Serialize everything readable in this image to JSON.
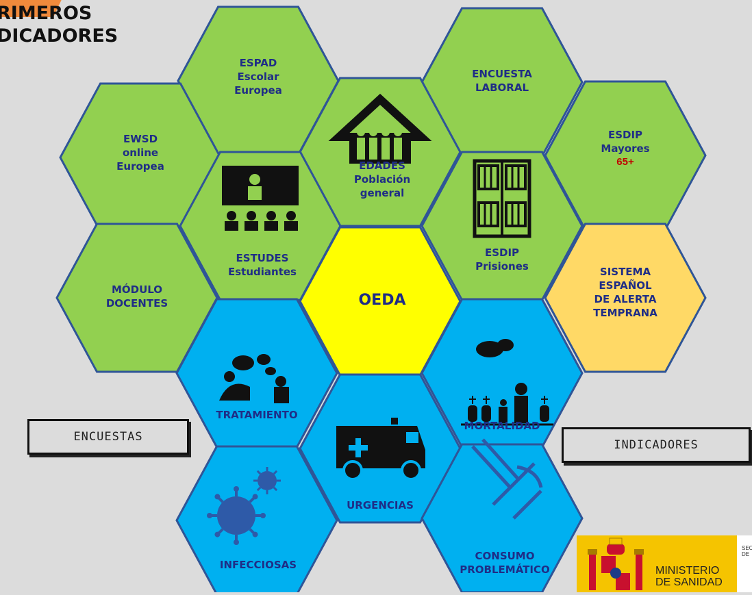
{
  "title": {
    "line1": "RIMEROS",
    "line2": "DICADORES"
  },
  "colors": {
    "encuestas": "#92d050",
    "indicadores": "#00b0f0",
    "center": "#ffff00",
    "alerta": "#ffd966",
    "border": "#2f5597",
    "background": "#dcdcdc"
  },
  "hexes": [
    {
      "id": "espad",
      "kind": "encuesta",
      "lines": [
        "ESPAD",
        "Escolar",
        "Europea"
      ]
    },
    {
      "id": "encuesta-laboral",
      "kind": "encuesta",
      "lines": [
        "ENCUESTA",
        "LABORAL"
      ]
    },
    {
      "id": "ewsd",
      "kind": "encuesta",
      "lines": [
        "EWSD",
        "online",
        "Europea"
      ]
    },
    {
      "id": "edades",
      "kind": "encuesta",
      "icon": "house-family-icon",
      "lines": [
        "EDADES",
        "Población",
        "general"
      ]
    },
    {
      "id": "esdip-mayores",
      "kind": "encuesta",
      "lines": [
        "ESDIP",
        "Mayores",
        "65+"
      ]
    },
    {
      "id": "estudes",
      "kind": "encuesta",
      "icon": "classroom-icon",
      "lines": [
        "ESTUDES",
        "Estudiantes"
      ]
    },
    {
      "id": "esdip-prisiones",
      "kind": "encuesta",
      "icon": "prison-door-icon",
      "lines": [
        "ESDIP",
        "Prisiones"
      ]
    },
    {
      "id": "modulo-docentes",
      "kind": "encuesta",
      "lines": [
        "MÓDULO",
        "DOCENTES"
      ]
    },
    {
      "id": "oeda",
      "kind": "center",
      "lines": [
        "OEDA"
      ]
    },
    {
      "id": "sistema-alerta",
      "kind": "alerta",
      "lines": [
        "SISTEMA",
        "ESPAÑOL",
        "DE ALERTA",
        "TEMPRANA"
      ]
    },
    {
      "id": "tratamiento",
      "kind": "indicador",
      "icon": "therapy-icon",
      "lines": [
        "TRATAMIENTO"
      ]
    },
    {
      "id": "mortalidad",
      "kind": "indicador",
      "icon": "cemetery-icon",
      "lines": [
        "MORTALIDAD"
      ]
    },
    {
      "id": "urgencias",
      "kind": "indicador",
      "icon": "ambulance-icon",
      "lines": [
        "URGENCIAS"
      ]
    },
    {
      "id": "infecciosas",
      "kind": "indicador",
      "icon": "virus-icon",
      "lines": [
        "INFECCIOSAS"
      ]
    },
    {
      "id": "consumo",
      "kind": "indicador",
      "icon": "syringe-icon",
      "lines": [
        "CONSUMO",
        "PROBLEMÁTICO"
      ]
    }
  ],
  "legend": {
    "encuestas": "ENCUESTAS",
    "indicadores": "INDICADORES"
  },
  "logo": {
    "ministry_line1": "MINISTERIO",
    "ministry_line2": "DE SANIDAD",
    "sec_line1": "SEC",
    "sec_line2": "DE"
  }
}
